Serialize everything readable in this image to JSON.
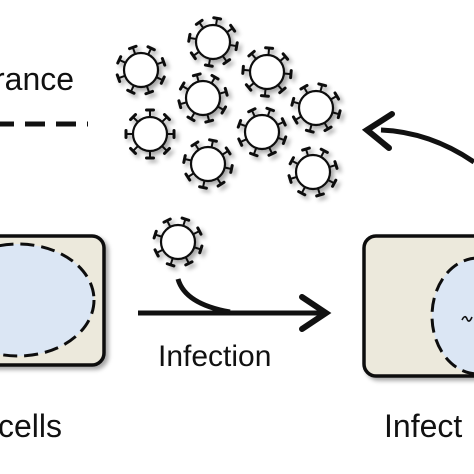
{
  "labels": {
    "clearance_fragment": "rance",
    "infection": "Infection",
    "cells_fragment": "cells",
    "infected_fragment": "Infect"
  },
  "icons": {
    "virion": "virus-particle-icon",
    "cell": "cell-icon",
    "arrow": "arrow-icon"
  },
  "colors": {
    "cell_fill": "#ece9dc",
    "nucleus_fill": "#dbe6f4",
    "virion_fill": "#ffffff",
    "stroke": "#111111"
  }
}
